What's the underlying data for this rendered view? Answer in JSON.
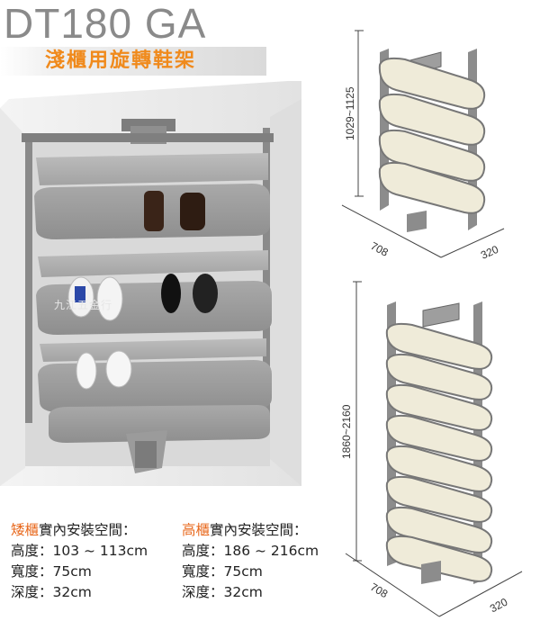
{
  "header": {
    "model": "DT180 GA",
    "subtitle": "淺櫃用旋轉鞋架"
  },
  "photo": {
    "watermark": "九江五金行"
  },
  "diagrams": {
    "short": {
      "height_range": "1029~1125",
      "width": "708",
      "depth": "320"
    },
    "tall": {
      "height_range": "1860~2160",
      "width": "708",
      "depth": "320"
    }
  },
  "specs": {
    "short": {
      "name": "矮櫃",
      "heading_suffix": "實內安裝空間：",
      "rows": [
        "高度：103 ~ 113cm",
        "寬度：75cm",
        "深度：32cm"
      ]
    },
    "tall": {
      "name": "高櫃",
      "heading_suffix": "實內安裝空間：",
      "rows": [
        "高度：186 ~ 216cm",
        "寬度：75cm",
        "深度：32cm"
      ]
    }
  },
  "colors": {
    "accent": "#e8691e",
    "subtitle": "#f08a1c",
    "model": "#8a8a8a",
    "frame": "#8c8c8c",
    "shelf": "#efebd9"
  }
}
